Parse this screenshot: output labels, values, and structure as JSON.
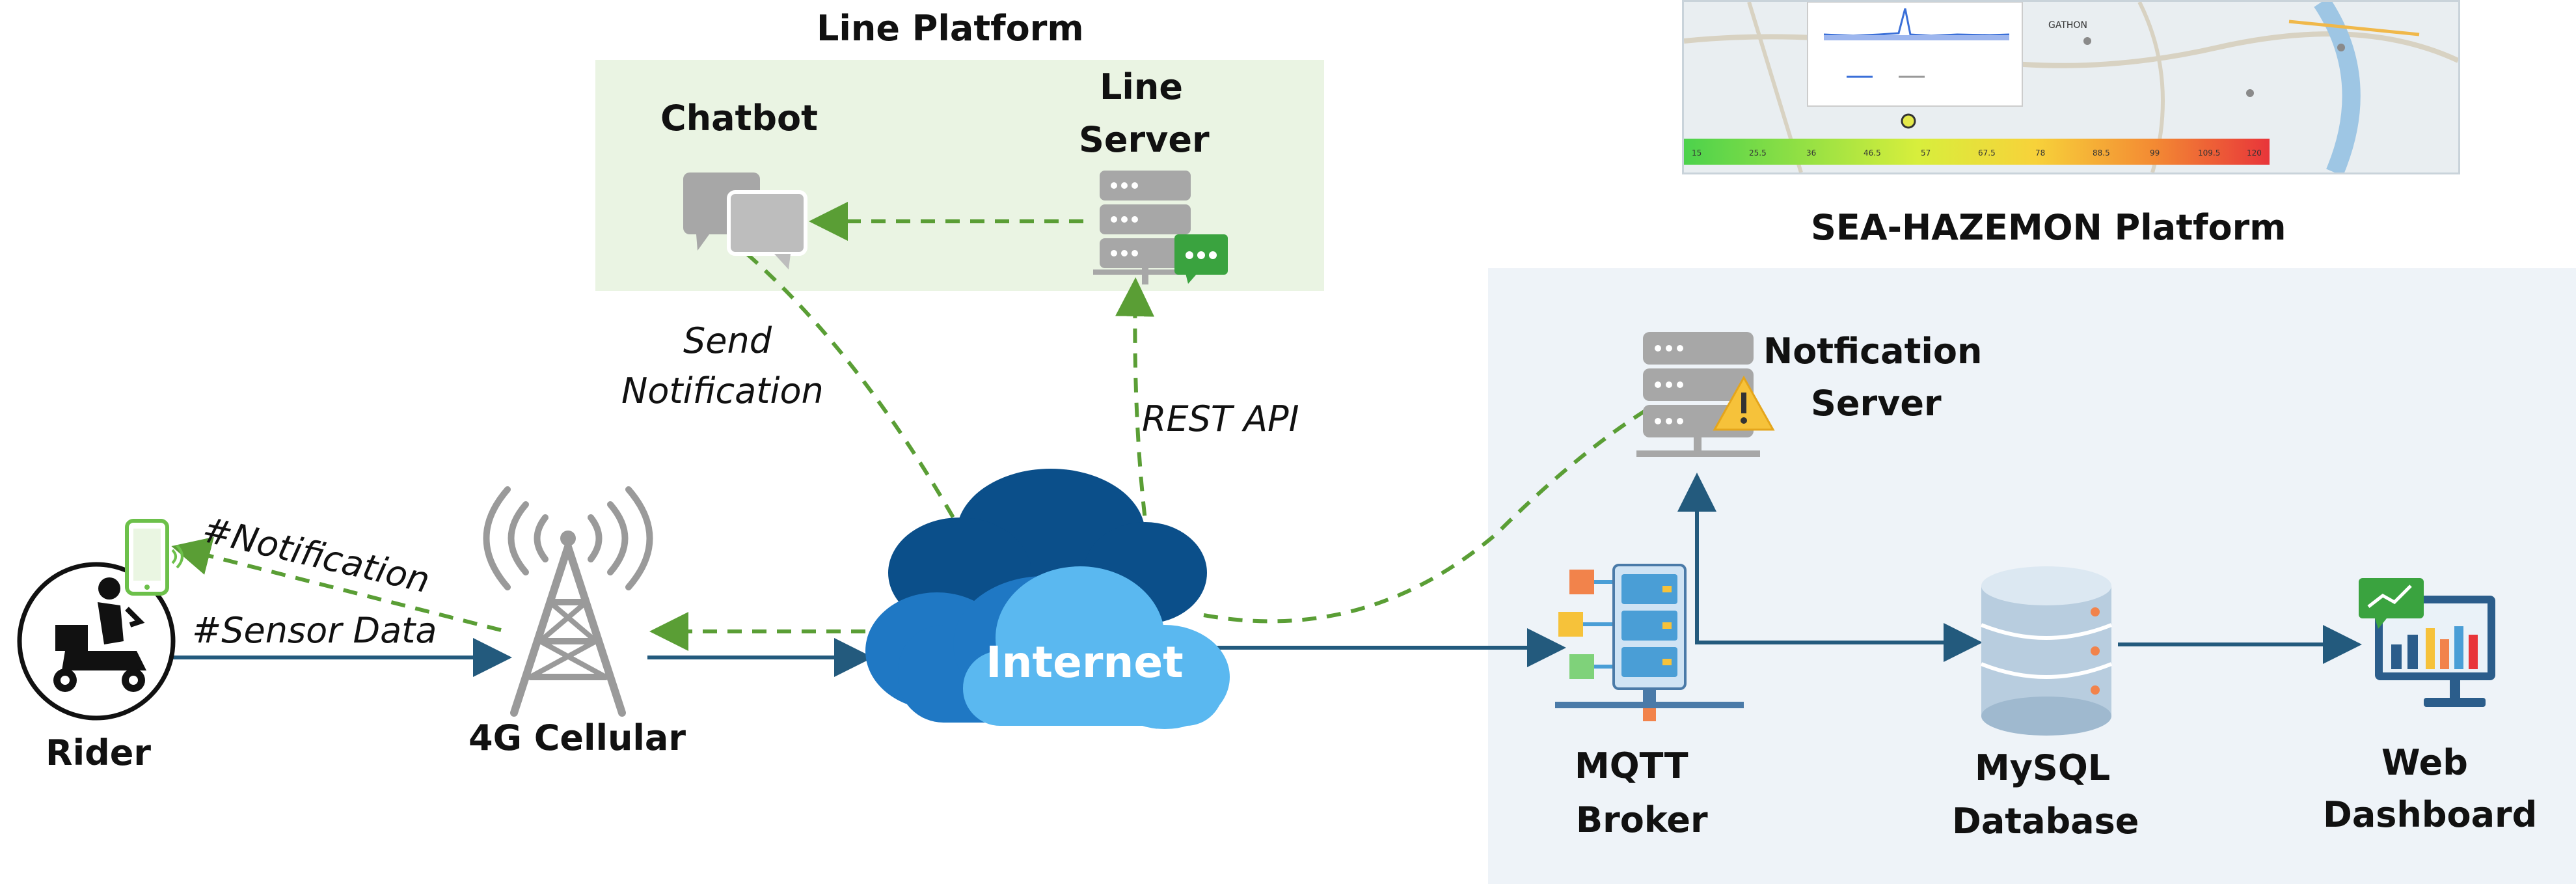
{
  "line_platform": {
    "title": "Line Platform",
    "chatbot_label": "Chatbot",
    "server_label_1": "Line",
    "server_label_2": "Server"
  },
  "sea_platform": {
    "title": "SEA-HAZEMON Platform",
    "notification_server_1": "Notfication",
    "notification_server_2": "Server",
    "mqtt_1": "MQTT",
    "mqtt_2": "Broker",
    "mysql_1": "MySQL",
    "mysql_2": "Database",
    "web_1": "Web",
    "web_2": "Dashboard"
  },
  "edges": {
    "send_notification_1": "Send",
    "send_notification_2": "Notification",
    "rest_api": "REST API",
    "notification_tag": "#Notification",
    "sensor_data_tag": "#Sensor Data"
  },
  "nodes": {
    "rider": "Rider",
    "cellular": "4G Cellular",
    "internet": "Internet"
  },
  "map_preview": {
    "place_1": "GATHON",
    "legend_values": [
      "15",
      "25.5",
      "36",
      "46.5",
      "57",
      "67.5",
      "78",
      "88.5",
      "99",
      "109.5",
      "120"
    ]
  },
  "colors": {
    "green_dashed": "#5a9e35",
    "blue_line": "#235a7d",
    "line_panel_bg": "#eaf4e3",
    "sea_panel_bg": "#eef3f8",
    "icon_gray": "#a7a7a7",
    "cloud_dark": "#0b4f8a",
    "cloud_mid": "#1f78c4",
    "cloud_light": "#5ab8f0"
  }
}
